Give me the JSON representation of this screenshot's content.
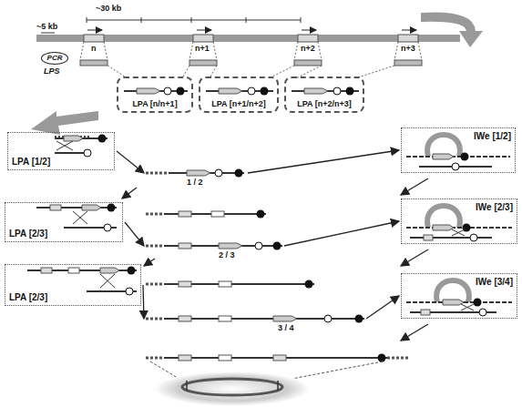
{
  "diagram": {
    "nodes": [
      {
        "text": [
          "PCR"
        ]
      },
      {
        "text": [
          "LPA [n/n+1]"
        ]
      },
      {
        "text": [
          "LPA [n+1/n+2]"
        ]
      },
      {
        "text": [
          "LPA [n+2/n+3]"
        ]
      },
      {
        "text": [
          "LPA [1/2]"
        ]
      },
      {
        "text": [
          "1 / 2"
        ]
      },
      {
        "text": [
          "IWe [1/2]"
        ]
      },
      {
        "text": [
          "LPA [2/3]"
        ]
      },
      {
        "text": [
          "2 / 3"
        ]
      },
      {
        "text": [
          "IWe [2/3]"
        ]
      },
      {
        "text": [
          "LPA [2/3]"
        ]
      },
      {
        "text": [
          "3 / 4"
        ]
      },
      {
        "text": [
          "IWe [3/4]"
        ]
      }
    ],
    "edges": [
      {
        "from": 4,
        "to": 5,
        "arrow": "to"
      },
      {
        "from": 5,
        "to": 6,
        "arrow": "to"
      },
      {
        "from": 7,
        "to": 8,
        "arrow": "to"
      },
      {
        "from": 8,
        "to": 9,
        "arrow": "to"
      },
      {
        "from": 10,
        "to": 11,
        "arrow": "to"
      },
      {
        "from": 11,
        "to": 12,
        "arrow": "to"
      }
    ],
    "labels": [
      "~30 kb",
      "~5 kb",
      "n",
      "n+1",
      "n+2",
      "n+3",
      "LPS"
    ]
  }
}
